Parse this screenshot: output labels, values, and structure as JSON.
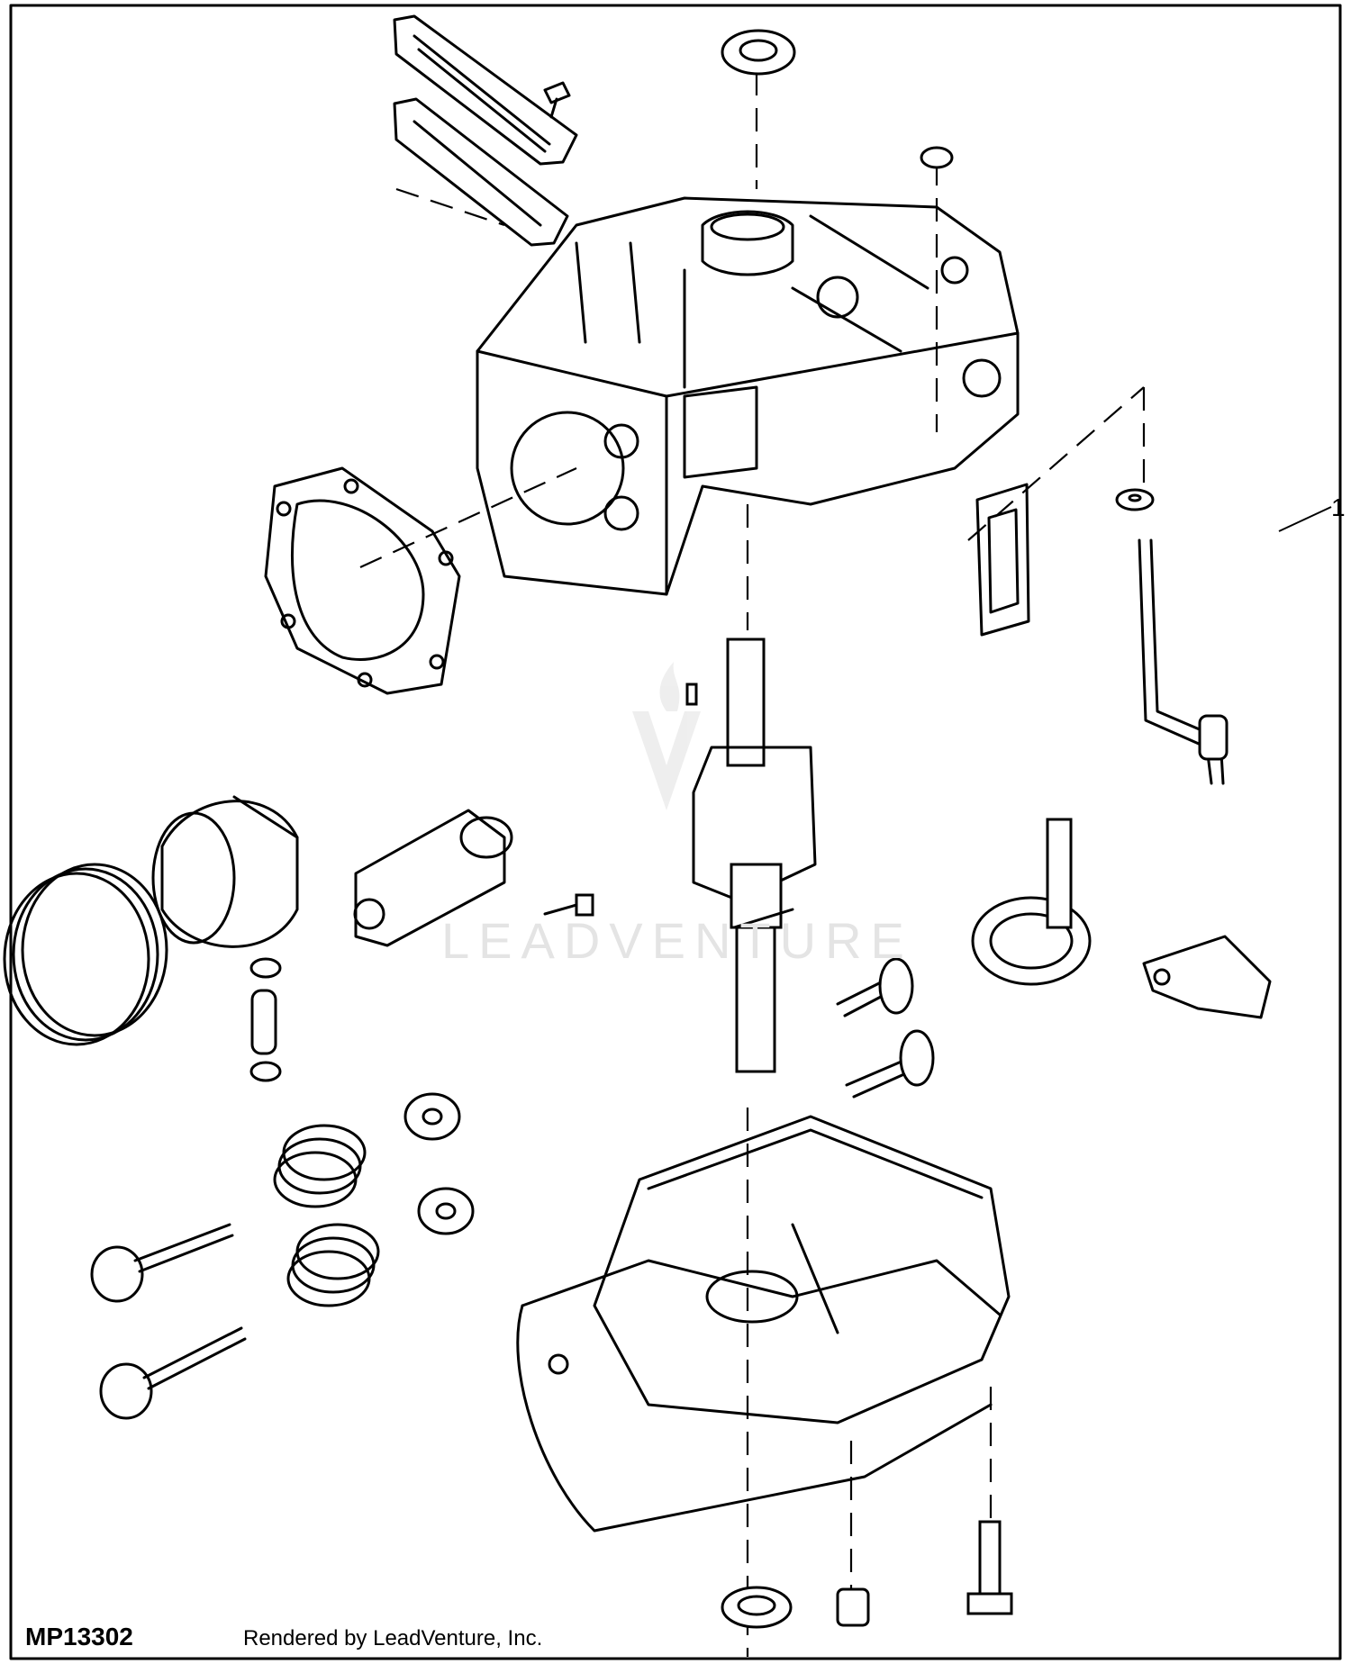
{
  "diagram": {
    "code": "MP13302",
    "callout": "1",
    "credit": "Rendered by LeadVenture, Inc.",
    "watermark": "LEADVENTURE"
  },
  "colors": {
    "ink": "#000000",
    "background": "#ffffff",
    "watermark": "#e4e4e4"
  }
}
